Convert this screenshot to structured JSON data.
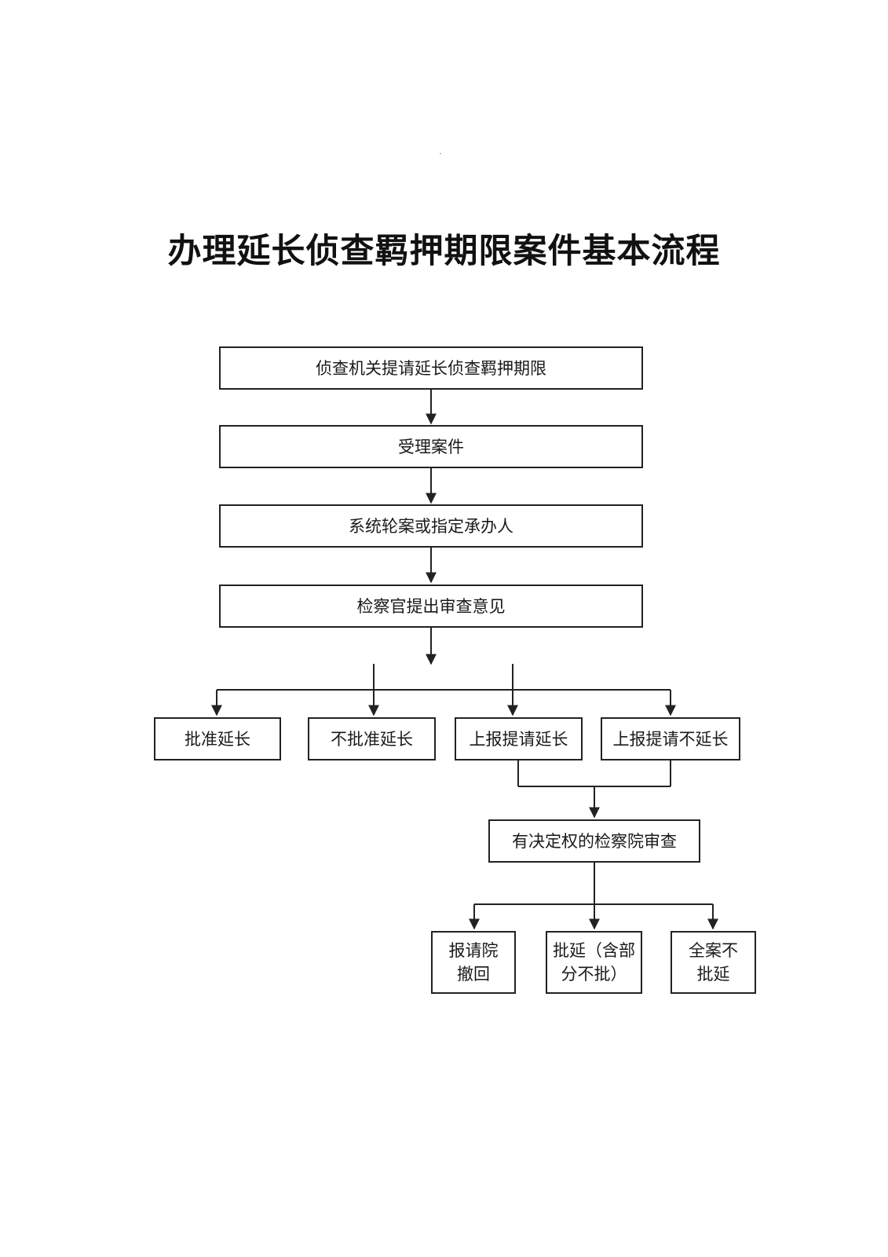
{
  "title": "办理延长侦查羁押期限案件基本流程",
  "steps": {
    "s1": "侦查机关提请延长侦查羁押期限",
    "s2": "受理案件",
    "s3": "系统轮案或指定承办人",
    "s4": "检察官提出审查意见"
  },
  "opinions": {
    "approve": "批准延长",
    "reject": "不批准延长",
    "report_approve": "上报提请延长",
    "report_reject": "上报提请不延长"
  },
  "superior_review": "有决定权的检察院审查",
  "results": {
    "withdraw": [
      "报请院",
      "撤回"
    ],
    "partial": [
      "批延（含部",
      "分不批）"
    ],
    "no_extension": [
      "全案不",
      "批延"
    ]
  }
}
